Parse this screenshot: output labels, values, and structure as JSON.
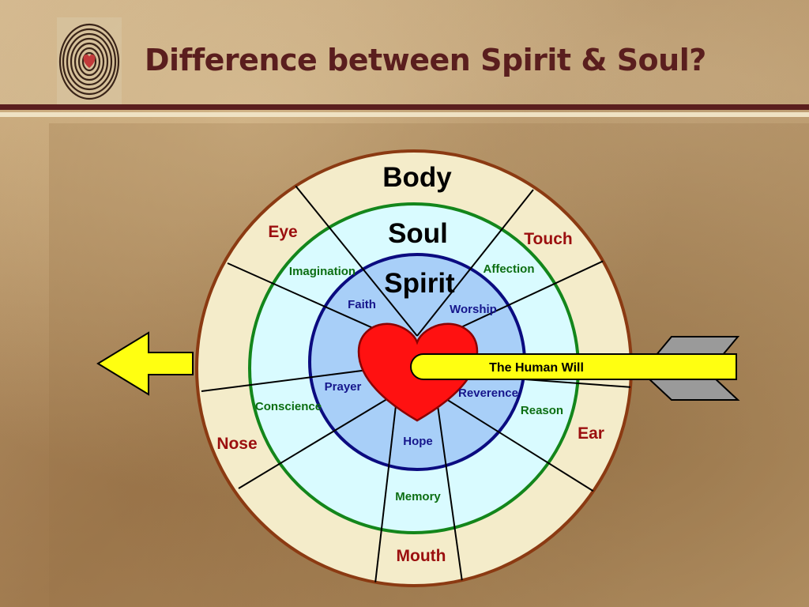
{
  "slide": {
    "title": "Difference between Spirit & Soul?"
  },
  "diagram": {
    "regions": {
      "body": "Body",
      "soul": "Soul",
      "spirit": "Spirit"
    },
    "body_senses": {
      "eye": "Eye",
      "touch": "Touch",
      "ear": "Ear",
      "mouth": "Mouth",
      "nose": "Nose"
    },
    "soul_faculties": {
      "imagination": "Imagination",
      "affection": "Affection",
      "reason": "Reason",
      "memory": "Memory",
      "conscience": "Conscience"
    },
    "spirit_faculties": {
      "faith": "Faith",
      "worship": "Worship",
      "reverence": "Reverence",
      "hope": "Hope",
      "prayer": "Prayer"
    },
    "will_label": "The Human Will",
    "colors": {
      "body_ring": "#f4ecca",
      "body_border": "#8b3a12",
      "soul_ring": "#d9fbff",
      "soul_border": "#13861b",
      "spirit_core": "#a8cff8",
      "spirit_border": "#0b0b80",
      "heart": "#ff1111",
      "arrow": "#ffff11",
      "fletching": "#9a9a9a",
      "title": "#5a1e1e"
    },
    "icons": {
      "logo": "fingerprint-heart-icon",
      "center": "heart-icon",
      "left_arrow": "arrow-left-icon",
      "fletching": "arrow-fletching-icon"
    }
  }
}
